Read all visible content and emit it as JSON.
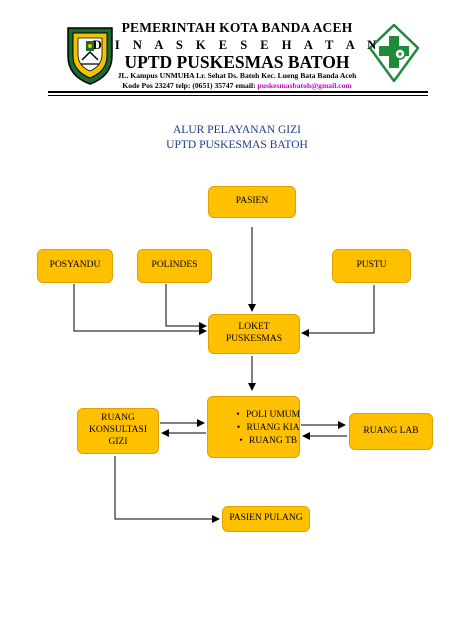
{
  "letterhead": {
    "line1": "PEMERINTAH KOTA BANDA ACEH",
    "line2": "D I N A S  K E S E H A T A N",
    "line3": "UPTD PUSKESMAS BATOH",
    "address": "JL. Kampus UNMUHA Lr. Sehat  Ds. Batoh Kec. Lueng Bata Banda Aceh",
    "contact_prefix": "Kode Pos 23247 telp: (0651) 35747 email: ",
    "email": "puskesmasbatoh@gmail.com"
  },
  "title": {
    "line1": "ALUR PELAYANAN GIZI",
    "line2": "UPTD PUSKESMAS BATOH"
  },
  "nodes": {
    "pasien": "PASIEN",
    "posyandu": "POSYANDU",
    "polindes": "POLINDES",
    "pustu": "PUSTU",
    "loket_line1": "LOKET",
    "loket_line2": "PUSKESMAS",
    "poli_items": [
      "POLI UMUM",
      "RUANG KIA",
      "RUANG TB"
    ],
    "konsultasi_line1": "RUANG",
    "konsultasi_line2": "KONSULTASI",
    "konsultasi_line3": "GIZI",
    "ruang_lab": "RUANG LAB",
    "pasien_pulang": "PASIEN PULANG"
  },
  "colors": {
    "box_fill": "#ffc000",
    "title_color": "#1f3c88",
    "email_color": "#cc00cc",
    "logo_right_green": "#1f8a3a"
  },
  "icons": {
    "left_logo": "banda-aceh-emblem",
    "right_logo": "green-cross-health-logo"
  }
}
